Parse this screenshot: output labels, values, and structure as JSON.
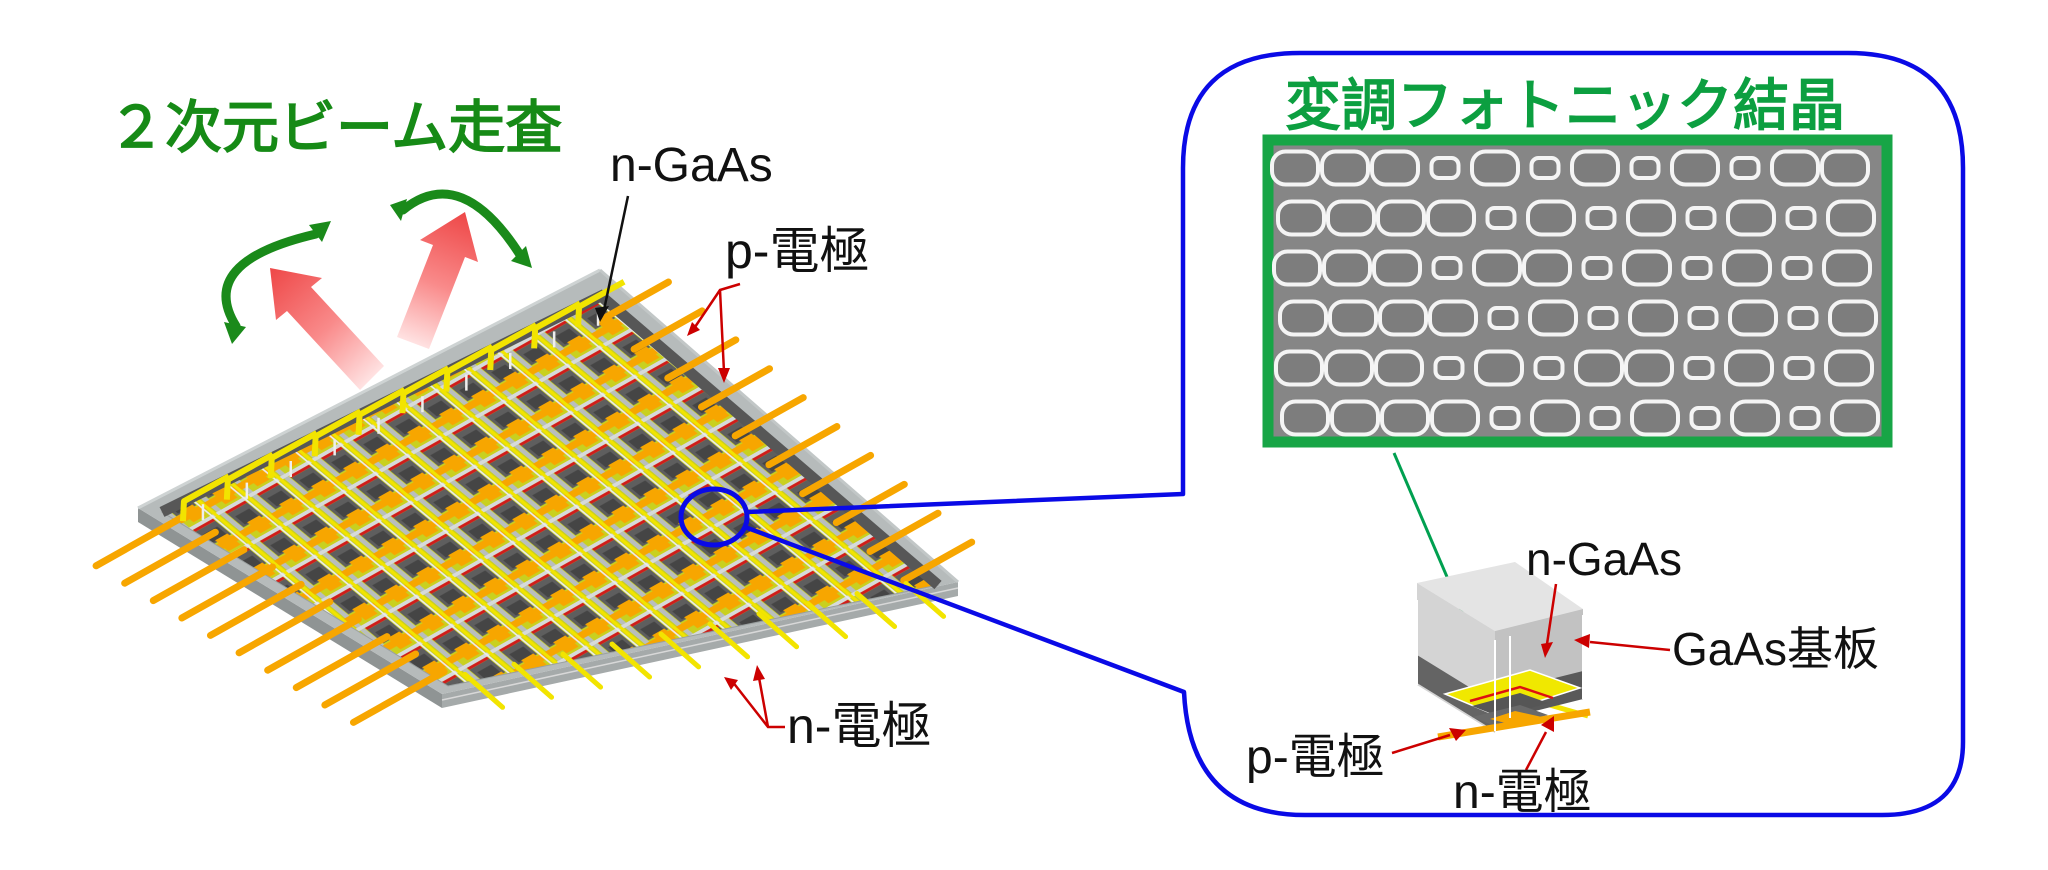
{
  "left_panel": {
    "title": "２次元ビーム走査",
    "n_gaas_label": "n-GaAs",
    "p_electrode_label": "p-電極",
    "n_electrode_label": "n-電極"
  },
  "right_panel": {
    "title": "変調フォトニック結晶",
    "n_gaas_label": "n-GaAs",
    "substrate_label": "GaAs基板",
    "p_electrode_label": "p-電極",
    "n_electrode_label": "n-電極"
  },
  "sem_image": {
    "description": "SEM view of modulated photonic crystal air holes",
    "rows": [
      "LLLSLSLSLSLL",
      "LLLLSLSLSLSL",
      "LLLSLLSLSLSL",
      "LLLLSLSLSLSL",
      "LLLSLSLLSLSL",
      "LLLLSLSLSLSL"
    ],
    "row_centers": [
      168,
      218,
      268,
      318,
      368,
      418
    ],
    "row_offsets": [
      0,
      6,
      2,
      8,
      4,
      10
    ],
    "pitch": 50,
    "hole_large": {
      "w": 46,
      "h": 33
    },
    "hole_small": {
      "w": 27,
      "h": 20
    }
  },
  "colors": {
    "accent_blue": "#0a0ae6",
    "title_green": "#168a16",
    "photonic_title_green": "#0c9f40",
    "sem_border_green": "#17a546",
    "beam_red": "#ef4f4f",
    "electrode_orange": "#f7a600",
    "electrode_yellow": "#f2e400",
    "annotation_red": "#cc0000",
    "chip_gray": "#b6bbbb",
    "n_gaas_dark": "#575757"
  }
}
